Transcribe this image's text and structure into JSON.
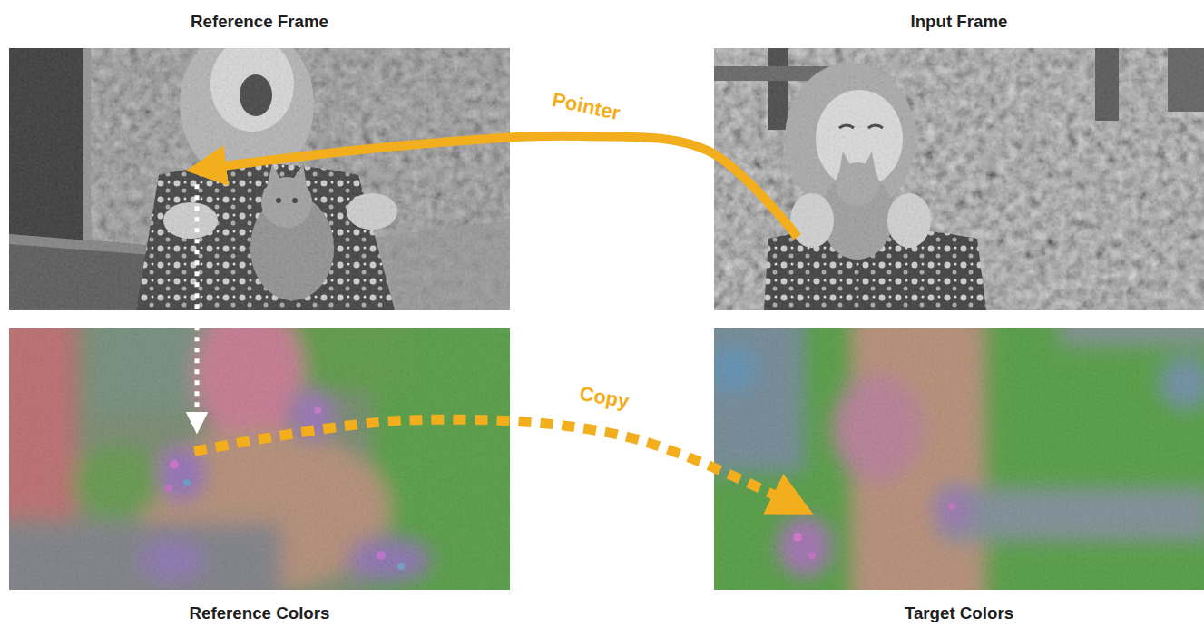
{
  "diagram": {
    "nodes": [
      {
        "text": [
          "Reference Frame"
        ]
      },
      {
        "text": [
          "Input Frame"
        ]
      },
      {
        "text": [
          "Reference Colors"
        ]
      },
      {
        "text": [
          "Target Colors"
        ]
      }
    ],
    "edges": [
      {
        "from": 1,
        "to": 0,
        "label": "Pointer",
        "arrow": "to"
      },
      {
        "from": 0,
        "to": 2,
        "arrow": "to"
      },
      {
        "from": 2,
        "to": 3,
        "label": "Copy",
        "arrow": "to"
      }
    ]
  }
}
